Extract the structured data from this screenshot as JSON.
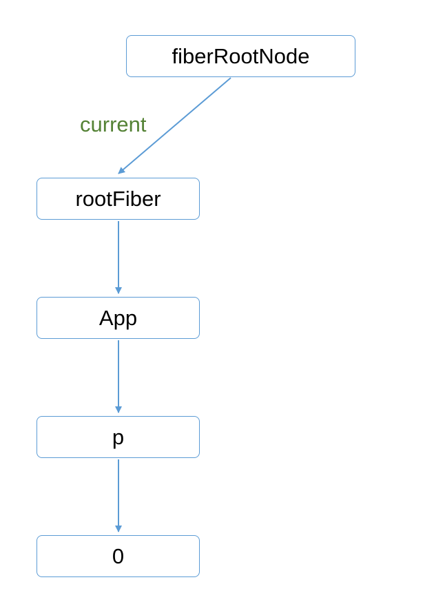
{
  "diagram": {
    "nodes": [
      {
        "id": "fiberRootNode",
        "label": "fiberRootNode"
      },
      {
        "id": "rootFiber",
        "label": "rootFiber"
      },
      {
        "id": "app",
        "label": "App"
      },
      {
        "id": "p",
        "label": "p"
      },
      {
        "id": "zero",
        "label": "0"
      }
    ],
    "edges": [
      {
        "from": "fiberRootNode",
        "to": "rootFiber",
        "label": "current"
      },
      {
        "from": "rootFiber",
        "to": "app",
        "label": ""
      },
      {
        "from": "app",
        "to": "p",
        "label": ""
      },
      {
        "from": "p",
        "to": "zero",
        "label": ""
      }
    ]
  },
  "colors": {
    "edge": "#5b9bd5",
    "node_border": "#5b9bd5",
    "edge_label": "#548235",
    "text": "#000000"
  }
}
